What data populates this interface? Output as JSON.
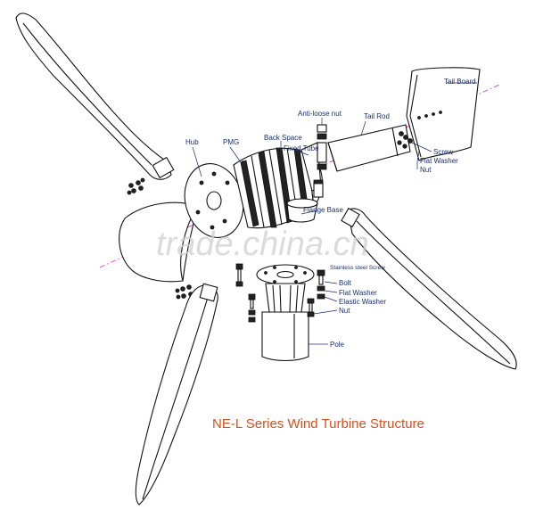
{
  "title": "NE-L Series Wind Turbine Structure",
  "watermark": "trade.china.cn",
  "labels": {
    "hub": "Hub",
    "pmg": "PMG",
    "back_space": "Back Space",
    "fixed_tube": "Fixed Tube",
    "anti_loose_nut": "Anti-loose nut",
    "tail_rod": "Tail Rod",
    "tail_board": "Tail Board",
    "screw": "Screw",
    "flat_washer_tail": "Flat Washer",
    "nut_tail": "Nut",
    "flange_base": "Flange Base",
    "stainless_steel_screw": "Stainless steel Screw",
    "bolt": "Bolt",
    "flat_washer": "Flat Washer",
    "elastic_washer": "Elastic Washer",
    "nut": "Nut",
    "pole": "Pole"
  },
  "colors": {
    "label": "#1b2f6b",
    "title": "#d4501f",
    "axis": "#cc3fbf",
    "watermark": "#cfcfcf"
  }
}
